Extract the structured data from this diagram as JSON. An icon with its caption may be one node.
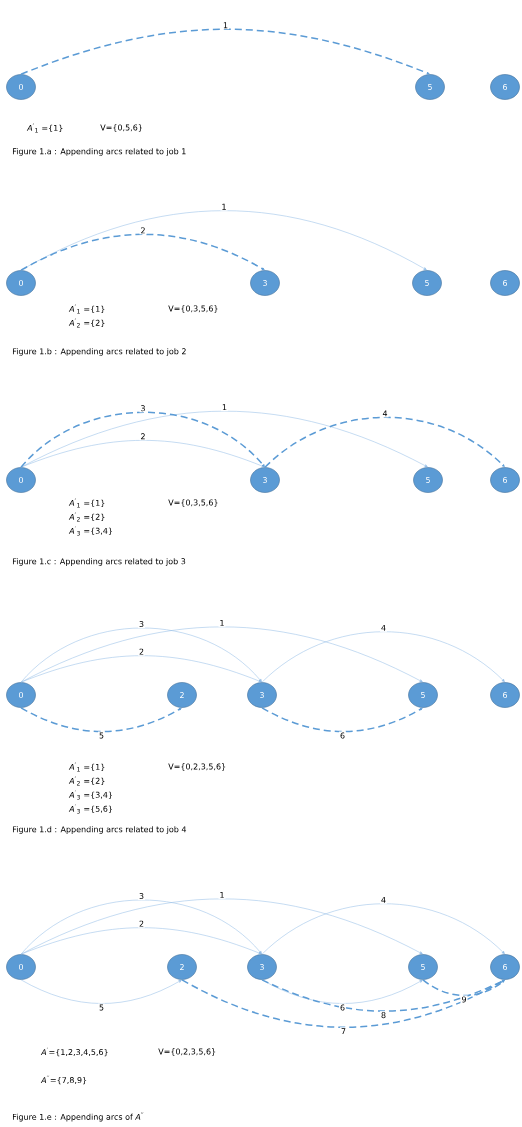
{
  "diagram": {
    "nodes": [
      {
        "text": [
          "0"
        ]
      },
      {
        "text": [
          "5"
        ]
      },
      {
        "text": [
          "6"
        ]
      },
      {
        "text": [
          "0"
        ]
      },
      {
        "text": [
          "3"
        ]
      },
      {
        "text": [
          "5"
        ]
      },
      {
        "text": [
          "6"
        ]
      },
      {
        "text": [
          "0"
        ]
      },
      {
        "text": [
          "3"
        ]
      },
      {
        "text": [
          "5"
        ]
      },
      {
        "text": [
          "6"
        ]
      },
      {
        "text": [
          "0"
        ]
      },
      {
        "text": [
          "2"
        ]
      },
      {
        "text": [
          "3"
        ]
      },
      {
        "text": [
          "5"
        ]
      },
      {
        "text": [
          "6"
        ]
      },
      {
        "text": [
          "0"
        ]
      },
      {
        "text": [
          "2"
        ]
      },
      {
        "text": [
          "3"
        ]
      },
      {
        "text": [
          "5"
        ]
      },
      {
        "text": [
          "6"
        ]
      }
    ],
    "edges": [
      {
        "from": 0,
        "to": 1,
        "arrow": "to",
        "label": "1",
        "style": "dashed"
      },
      {
        "from": 3,
        "to": 5,
        "arrow": "to",
        "label": "1"
      },
      {
        "from": 3,
        "to": 4,
        "arrow": "to",
        "label": "2",
        "style": "dashed"
      },
      {
        "from": 7,
        "to": 9,
        "arrow": "to",
        "label": "1"
      },
      {
        "from": 7,
        "to": 8,
        "arrow": "to",
        "label": "2"
      },
      {
        "from": 7,
        "to": 8,
        "arrow": "to",
        "label": "3",
        "style": "dashed"
      },
      {
        "from": 8,
        "to": 10,
        "arrow": "to",
        "label": "4",
        "style": "dashed"
      },
      {
        "from": 11,
        "to": 14,
        "arrow": "to",
        "label": "1"
      },
      {
        "from": 11,
        "to": 13,
        "arrow": "to",
        "label": "2"
      },
      {
        "from": 11,
        "to": 13,
        "arrow": "to",
        "label": "3"
      },
      {
        "from": 13,
        "to": 15,
        "arrow": "to",
        "label": "4"
      },
      {
        "from": 11,
        "to": 12,
        "arrow": "to",
        "label": "5",
        "style": "dashed"
      },
      {
        "from": 13,
        "to": 14,
        "arrow": "to",
        "label": "6",
        "style": "dashed"
      },
      {
        "from": 16,
        "to": 19,
        "arrow": "to",
        "label": "1"
      },
      {
        "from": 16,
        "to": 18,
        "arrow": "to",
        "label": "2"
      },
      {
        "from": 16,
        "to": 18,
        "arrow": "to",
        "label": "3"
      },
      {
        "from": 18,
        "to": 20,
        "arrow": "to",
        "label": "4"
      },
      {
        "from": 16,
        "to": 17,
        "arrow": "to",
        "label": "5"
      },
      {
        "from": 18,
        "to": 19,
        "arrow": "to",
        "label": "6"
      },
      {
        "from": 17,
        "to": 20,
        "arrow": "to",
        "label": "7",
        "style": "dashed"
      },
      {
        "from": 18,
        "to": 20,
        "arrow": "to",
        "label": "8",
        "style": "dashed"
      },
      {
        "from": 19,
        "to": 20,
        "arrow": "to",
        "label": "9",
        "style": "dashed"
      }
    ],
    "labels": [
      "*A*$^{′}$$_{1}$ ={1}",
      "V={0,5,6}",
      "Figure 1.a : Appending arcs related to job 1",
      "*A*$^{′}$$_{1}$ ={1}",
      "V={0,3,5,6}",
      "*A*$^{′}$$_{2}$ ={2}",
      "Figure 1.b : Appending arcs related to job 2",
      "*A*$^{′}$$_{1}$ ={1}",
      "V={0,3,5,6}",
      "*A*$^{′}$$_{2}$ ={2}",
      "*A*$^{′}$$_{3}$ ={3,4}",
      "Figure 1.c : Appending arcs related to job 3",
      "*A*$^{′}$$_{1}$ ={1}",
      "V={0,2,3,5,6}",
      "*A*$^{′}$$_{2}$ ={2}",
      "*A*$^{′}$$_{3}$ ={3,4}",
      "*A*$^{′}$$_{3}$ ={5,6}",
      "Figure 1.d : Appending arcs related to job 4",
      "*A*$^{′}$={1,2,3,4,5,6}",
      "V={0,2,3,5,6}",
      "*A*$^{′′}$={7,8,9}",
      "Figure 1.e : Appending arcs of *A*$^{′′}$"
    ]
  }
}
